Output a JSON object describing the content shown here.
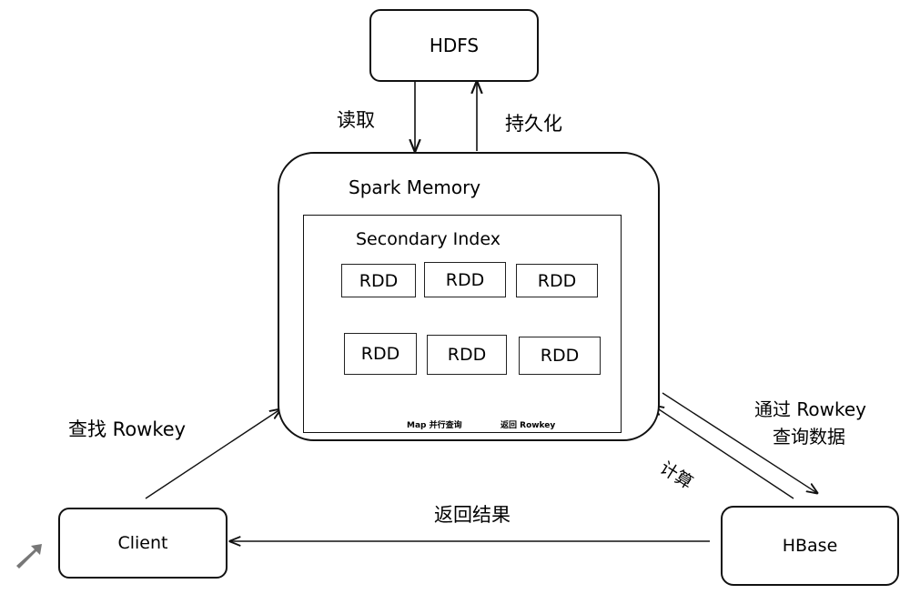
{
  "nodes": {
    "hdfs": "HDFS",
    "spark_memory": "Spark Memory",
    "secondary_index": "Secondary Index",
    "rdd_top": [
      "RDD",
      "RDD",
      "RDD"
    ],
    "rdd_bottom": [
      "RDD",
      "RDD",
      "RDD"
    ],
    "client": "Client",
    "hbase": "HBase"
  },
  "edges": {
    "read": "读取",
    "persist": "持久化",
    "find_rowkey": "查找 Rowkey",
    "query_line1": "通过 Rowkey",
    "query_line2": "查询数据",
    "compute": "计算",
    "return_result": "返回结果",
    "map_parallel": "Map 并行查询",
    "return_rowkey": "返回 Rowkey"
  }
}
